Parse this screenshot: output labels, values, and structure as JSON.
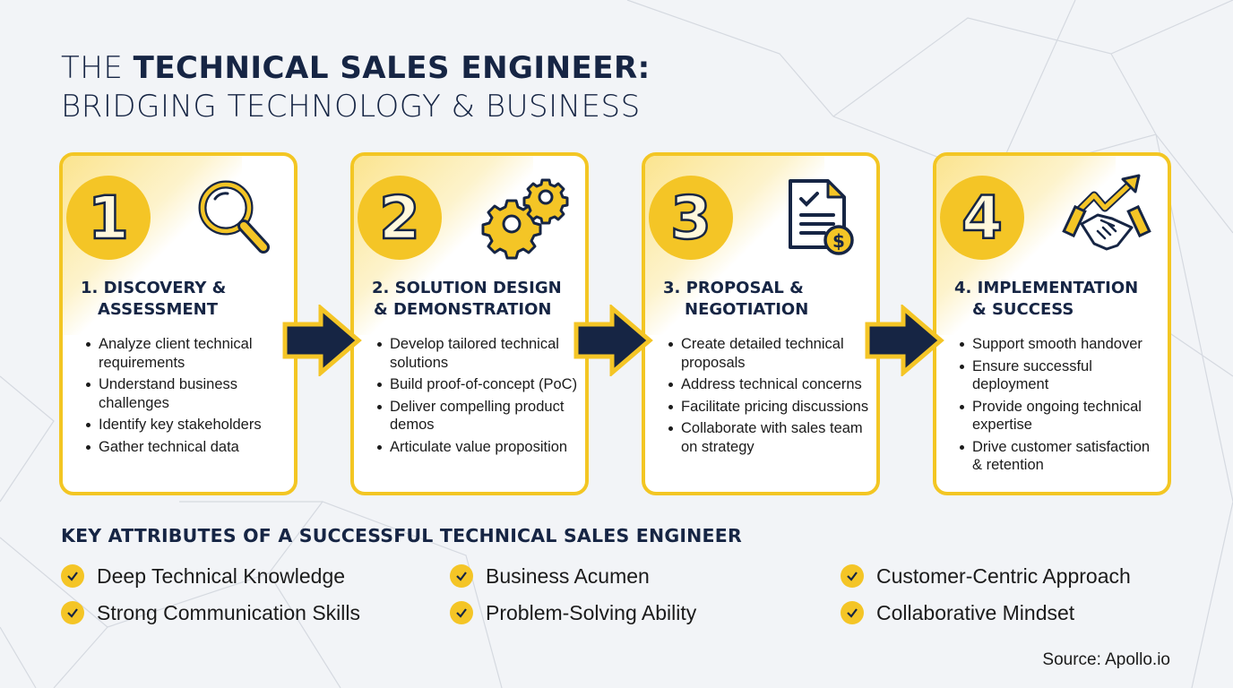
{
  "title": {
    "line1_light": "THE ",
    "line1_bold": "TECHNICAL SALES ENGINEER:",
    "line2": "BRIDGING TECHNOLOGY & BUSINESS"
  },
  "colors": {
    "accent_yellow": "#f4c526",
    "navy": "#162544",
    "background": "#f2f4f7"
  },
  "steps": [
    {
      "number": "1",
      "icon": "magnifying-glass-icon",
      "heading_line1": "1. DISCOVERY &",
      "heading_line2": "ASSESSMENT",
      "bullets": [
        "Analyze client technical requirements",
        "Understand business challenges",
        "Identify key stakeholders",
        "Gather technical data"
      ]
    },
    {
      "number": "2",
      "icon": "gears-icon",
      "heading_line1": "2. SOLUTION DESIGN",
      "heading_line2": "& DEMONSTRATION",
      "bullets": [
        "Develop tailored technical solutions",
        "Build proof-of-concept (PoC)",
        "Deliver compelling product demos",
        "Articulate value proposition"
      ]
    },
    {
      "number": "3",
      "icon": "document-dollar-icon",
      "heading_line1": "3. PROPOSAL &",
      "heading_line2": "NEGOTIATION",
      "bullets": [
        "Create detailed technical proposals",
        "Address technical concerns",
        "Facilitate pricing discussions",
        "Collaborate with sales team on strategy"
      ]
    },
    {
      "number": "4",
      "icon": "handshake-growth-icon",
      "heading_line1": "4. IMPLEMENTATION",
      "heading_line2": "& SUCCESS",
      "bullets": [
        "Support smooth handover",
        "Ensure successful deployment",
        "Provide ongoing technical expertise",
        "Drive customer satisfaction & retention"
      ]
    }
  ],
  "attributes": {
    "title": "KEY ATTRIBUTES OF A SUCCESSFUL TECHNICAL SALES ENGINEER",
    "items": [
      "Deep Technical Knowledge",
      "Strong Communication Skills",
      "Business Acumen",
      "Problem-Solving Ability",
      "Customer-Centric Approach",
      "Collaborative Mindset"
    ]
  },
  "source": "Source: Apollo.io"
}
